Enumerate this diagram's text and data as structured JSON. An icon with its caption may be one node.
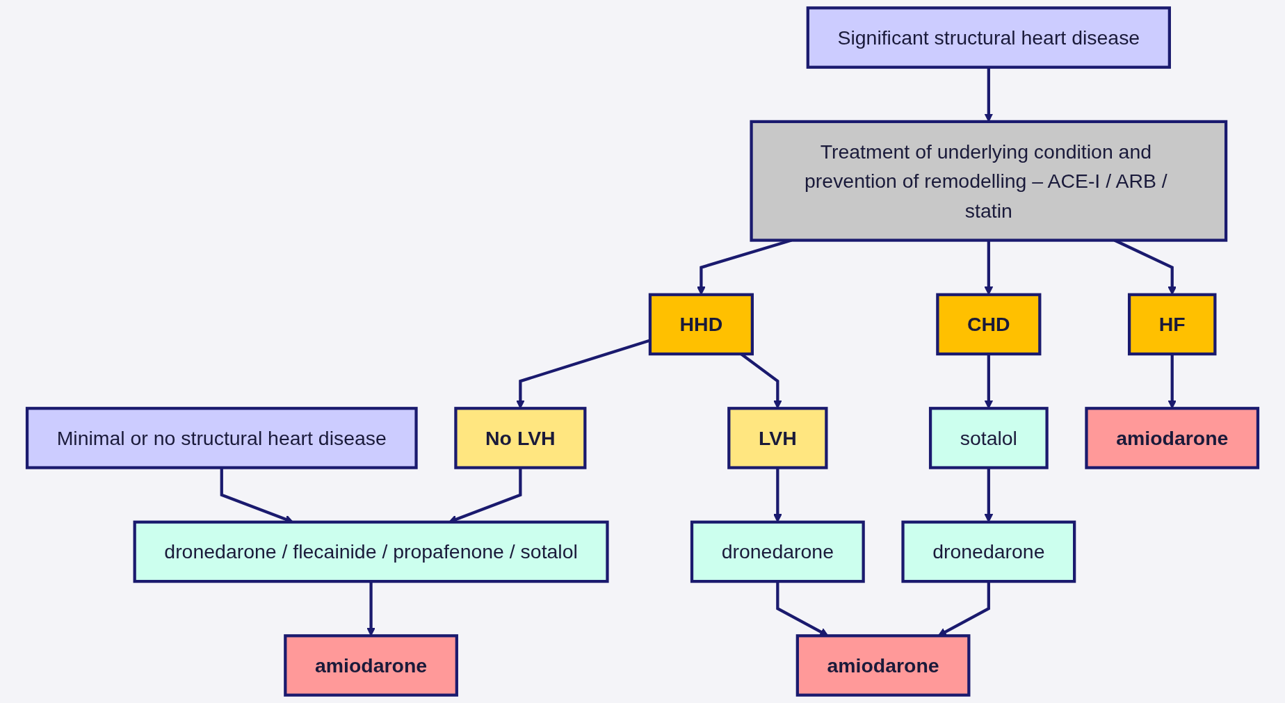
{
  "diagram": {
    "nodes": [
      {
        "text": [
          "Minimal or no structural heart disease"
        ]
      },
      {
        "text": [
          "Significant structural heart disease"
        ]
      },
      {
        "text": [
          "Treatment of underlying condition and prevention of remodelling – ACE-I / ARB / statin"
        ]
      },
      {
        "text": [
          "HHD"
        ]
      },
      {
        "text": [
          "CHD"
        ]
      },
      {
        "text": [
          "HF"
        ]
      },
      {
        "text": [
          "No LVH"
        ]
      },
      {
        "text": [
          "LVH"
        ]
      },
      {
        "text": [
          "sotalol"
        ]
      },
      {
        "text": [
          "dronedarone / flecainide / propafenone / sotalol"
        ]
      },
      {
        "text": [
          "dronedarone"
        ]
      },
      {
        "text": [
          "dronedarone"
        ]
      },
      {
        "text": [
          "amiodarone"
        ]
      },
      {
        "text": [
          "amiodarone"
        ]
      },
      {
        "text": [
          "amiodarone"
        ]
      }
    ],
    "edges": [
      {
        "from": 0,
        "to": 9,
        "arrow": "to"
      },
      {
        "from": 1,
        "to": 2,
        "arrow": "to"
      },
      {
        "from": 2,
        "to": 3,
        "arrow": "to"
      },
      {
        "from": 2,
        "to": 4,
        "arrow": "to"
      },
      {
        "from": 2,
        "to": 5,
        "arrow": "to"
      },
      {
        "from": 3,
        "to": 6,
        "arrow": "to"
      },
      {
        "from": 3,
        "to": 7,
        "arrow": "to"
      },
      {
        "from": 6,
        "to": 9,
        "arrow": "to"
      },
      {
        "from": 7,
        "to": 10,
        "arrow": "to"
      },
      {
        "from": 4,
        "to": 8,
        "arrow": "to"
      },
      {
        "from": 8,
        "to": 11,
        "arrow": "to"
      },
      {
        "from": 9,
        "to": 12,
        "arrow": "to"
      },
      {
        "from": 10,
        "to": 13,
        "arrow": "to"
      },
      {
        "from": 11,
        "to": 13,
        "arrow": "to"
      },
      {
        "from": 5,
        "to": 14,
        "arrow": "to"
      }
    ]
  }
}
